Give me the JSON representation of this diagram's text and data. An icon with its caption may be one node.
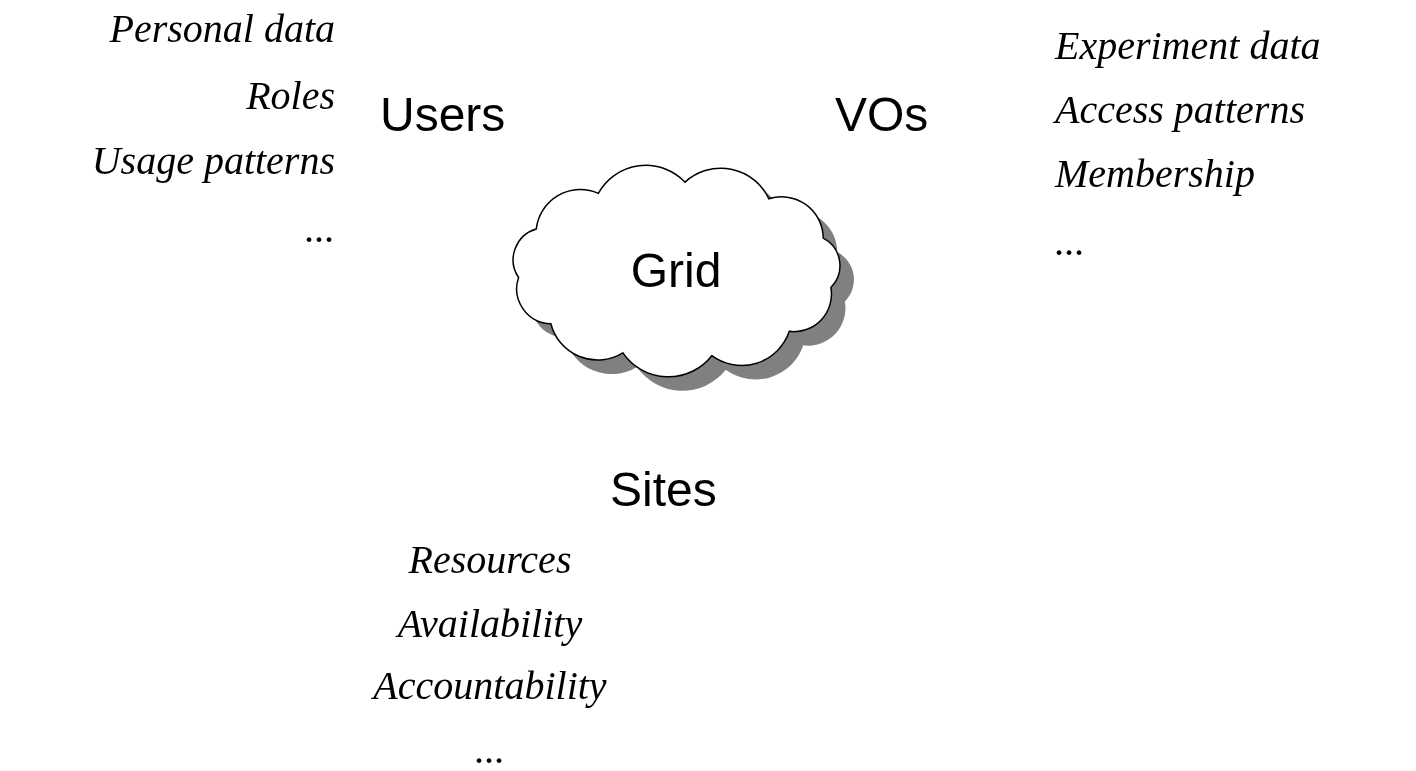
{
  "diagram": {
    "nodes": [
      {
        "text": [
          "Grid"
        ]
      }
    ],
    "labels": [
      "Personal data",
      "Roles",
      "Usage patterns",
      "...",
      "Users",
      "VOs",
      "Experiment data",
      "Access patterns",
      "Membership",
      "...",
      "Sites",
      "Resources",
      "Availability",
      "Accountability",
      "..."
    ]
  }
}
